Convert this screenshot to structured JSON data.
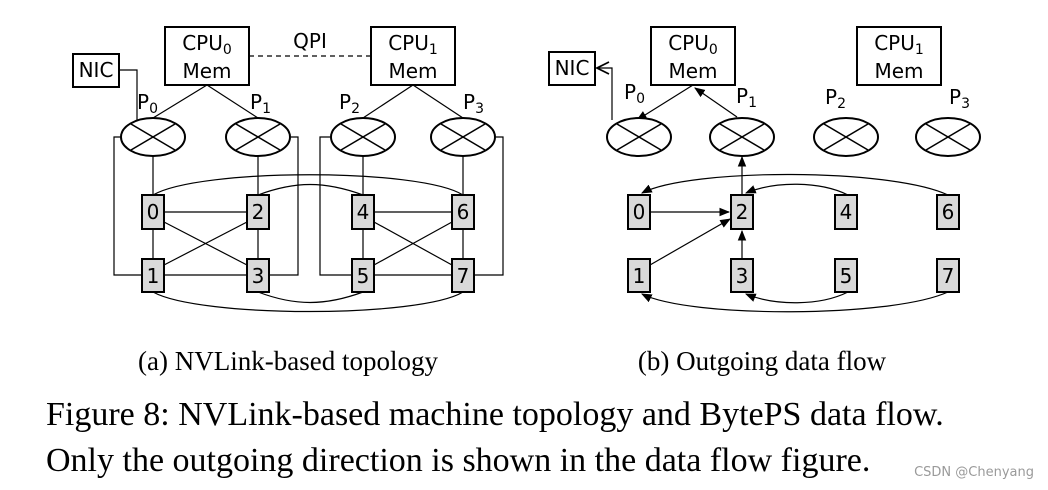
{
  "subfigure_a": {
    "caption": "(a)  NVLink-based topology",
    "cpu0_label": "CPU",
    "cpu0_sub": "0",
    "cpu0_mem": "Mem",
    "cpu1_label": "CPU",
    "cpu1_sub": "1",
    "cpu1_mem": "Mem",
    "qpi_label": "QPI",
    "nic_label": "NIC",
    "switches": [
      {
        "label": "P",
        "sub": "0"
      },
      {
        "label": "P",
        "sub": "1"
      },
      {
        "label": "P",
        "sub": "2"
      },
      {
        "label": "P",
        "sub": "3"
      }
    ],
    "gpus": [
      "0",
      "1",
      "2",
      "3",
      "4",
      "5",
      "6",
      "7"
    ]
  },
  "subfigure_b": {
    "caption": "(b)  Outgoing data flow",
    "cpu0_label": "CPU",
    "cpu0_sub": "0",
    "cpu0_mem": "Mem",
    "cpu1_label": "CPU",
    "cpu1_sub": "1",
    "cpu1_mem": "Mem",
    "nic_label": "NIC",
    "switches": [
      {
        "label": "P",
        "sub": "0"
      },
      {
        "label": "P",
        "sub": "1"
      },
      {
        "label": "P",
        "sub": "2"
      },
      {
        "label": "P",
        "sub": "3"
      }
    ],
    "gpus": [
      "0",
      "1",
      "2",
      "3",
      "4",
      "5",
      "6",
      "7"
    ]
  },
  "caption": {
    "line1": "Figure 8: NVLink-based machine topology and BytePS data flow.",
    "line2": "Only the outgoing direction is shown in the data flow figure."
  },
  "watermark": "CSDN @Chenyang"
}
